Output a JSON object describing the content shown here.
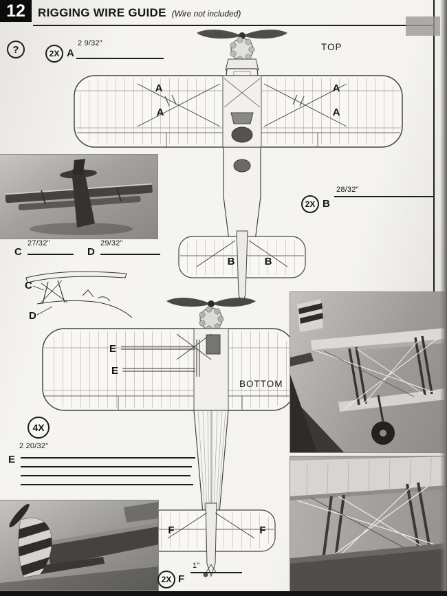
{
  "header": {
    "step_number": "12",
    "title": "RIGGING WIRE GUIDE",
    "subtitle": "(Wire not included)",
    "help_symbol": "?"
  },
  "views": {
    "top": "TOP",
    "bottom": "BOTTOM"
  },
  "callouts": {
    "a": {
      "qty": "2X",
      "letter": "A",
      "measurement": "2 9/32\""
    },
    "b": {
      "qty": "2X",
      "letter": "B",
      "measurement": "28/32\""
    },
    "c": {
      "letter": "C",
      "measurement": "27/32\""
    },
    "d": {
      "letter": "D",
      "measurement": "29/32\""
    },
    "e": {
      "qty": "4X",
      "letter": "E",
      "measurement": "2 20/32\""
    },
    "f": {
      "qty": "2X",
      "letter": "F",
      "measurement": "1\""
    }
  },
  "wire_labels": {
    "a": "A",
    "b": "B",
    "c": "C",
    "d": "D",
    "e": "E",
    "f": "F"
  },
  "colors": {
    "ink": "#1a1a1a",
    "paper": "#f4f3f0"
  }
}
